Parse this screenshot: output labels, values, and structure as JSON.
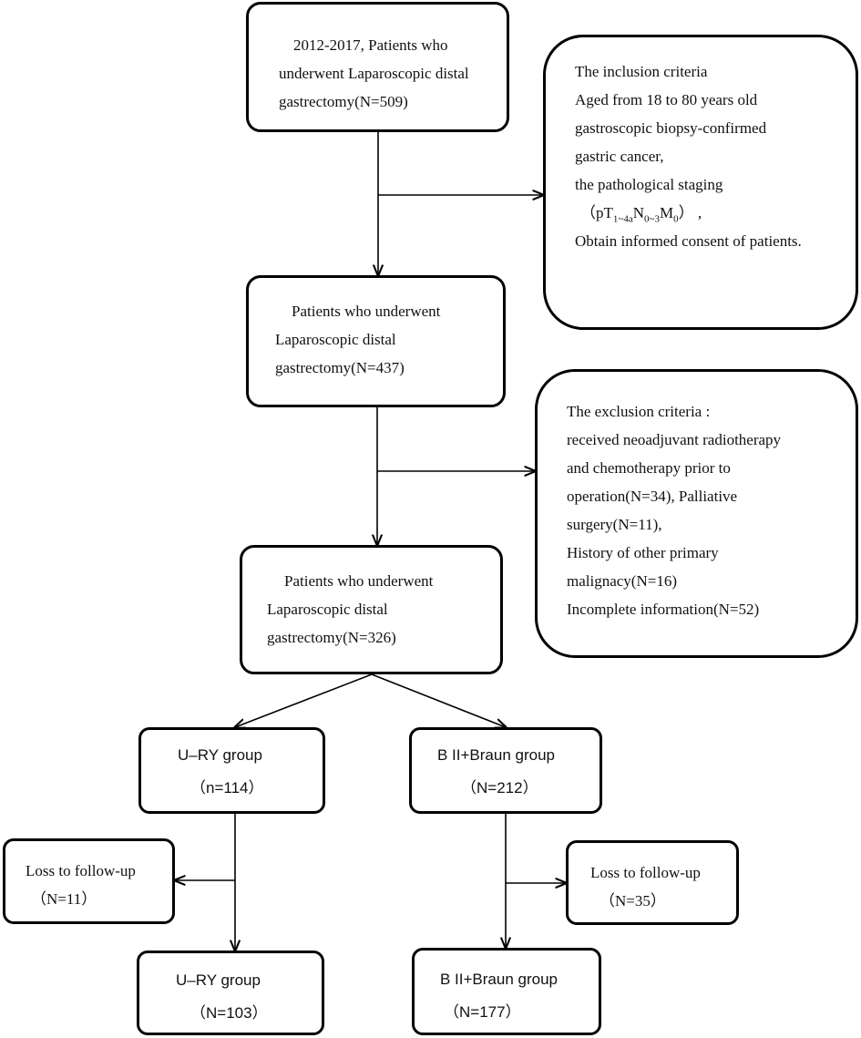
{
  "boxes": {
    "initial": {
      "lines": [
        "2012-2017, Patients who",
        "underwent Laparoscopic distal",
        "gastrectomy(N=509)"
      ]
    },
    "inclusion": {
      "lines": [
        "The inclusion criteria",
        "Aged from 18 to 80 years old",
        "gastroscopic biopsy-confirmed",
        "gastric cancer,",
        "the pathological staging"
      ],
      "staging": {
        "open": "（pT",
        "t_sub": "1~4a",
        "n": "N",
        "n_sub": "0~3",
        "m": "M",
        "m_sub": "0",
        "close": "）  ,"
      },
      "last": "Obtain informed consent of patients."
    },
    "after_inclusion": {
      "lines": [
        "Patients who underwent",
        "Laparoscopic distal",
        "gastrectomy(N=437)"
      ]
    },
    "exclusion": {
      "lines": [
        "The exclusion criteria :",
        "received neoadjuvant radiotherapy",
        "and chemotherapy prior to",
        "operation(N=34), Palliative",
        "surgery(N=11),",
        "History of other primary",
        "malignacy(N=16)",
        "Incomplete information(N=52)"
      ]
    },
    "after_exclusion": {
      "lines": [
        "Patients who underwent",
        "Laparoscopic distal",
        "gastrectomy(N=326)"
      ]
    },
    "ury_group": {
      "lines": [
        "U–RY group",
        "（n=114）"
      ]
    },
    "braun_group": {
      "lines": [
        "B II+Braun group",
        "（N=212）"
      ]
    },
    "ury_loss": {
      "lines": [
        "Loss to follow-up",
        "（N=11）"
      ]
    },
    "braun_loss": {
      "lines": [
        "Loss to follow-up",
        "（N=35）"
      ]
    },
    "ury_final": {
      "lines": [
        "U–RY group",
        "（N=103）"
      ]
    },
    "braun_final": {
      "lines": [
        "B II+Braun group",
        "（N=177）"
      ]
    }
  }
}
